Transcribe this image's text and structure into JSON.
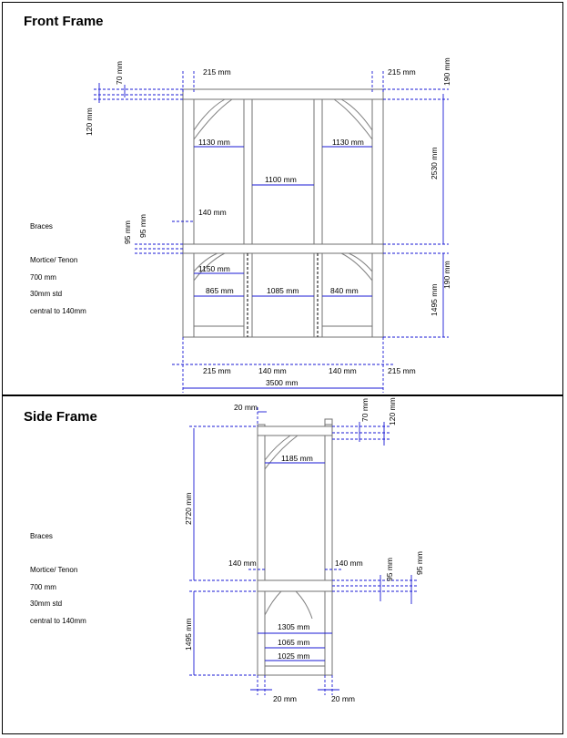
{
  "front": {
    "title": "Front Frame",
    "note": [
      "Braces",
      "",
      "Mortice/ Tenon",
      "700 mm",
      "30mm std",
      "central to 140mm"
    ],
    "dims": {
      "d215_tl": "215 mm",
      "d215_tr": "215 mm",
      "d70": "70 mm",
      "d190_top": "190 mm",
      "d120": "120 mm",
      "d1130_l": "1130 mm",
      "d1130_r": "1130 mm",
      "d1100": "1100 mm",
      "d2530": "2530 mm",
      "d140": "140 mm",
      "d95_a": "95 mm",
      "d95_b": "95 mm",
      "d1150": "1150 mm",
      "d190_mid": "190 mm",
      "d865": "865 mm",
      "d1085": "1085 mm",
      "d840": "840 mm",
      "d1495": "1495 mm",
      "d215_bl": "215 mm",
      "d140_bl": "140 mm",
      "d140_br": "140 mm",
      "d215_br": "215 mm",
      "d3500": "3500 mm"
    }
  },
  "side": {
    "title": "Side Frame",
    "note": [
      "Braces",
      "",
      "Mortice/ Tenon",
      "700 mm",
      "30mm std",
      "central to 140mm"
    ],
    "dims": {
      "d20_top": "20 mm",
      "d70": "70 mm",
      "d120": "120 mm",
      "d1185": "1185 mm",
      "d2720": "2720 mm",
      "d140_l": "140 mm",
      "d140_r": "140 mm",
      "d95_a": "95 mm",
      "d95_b": "95 mm",
      "d1305": "1305 mm",
      "d1065": "1065 mm",
      "d1025": "1025 mm",
      "d1495": "1495 mm",
      "d20_bl": "20 mm",
      "d20_br": "20 mm"
    }
  }
}
